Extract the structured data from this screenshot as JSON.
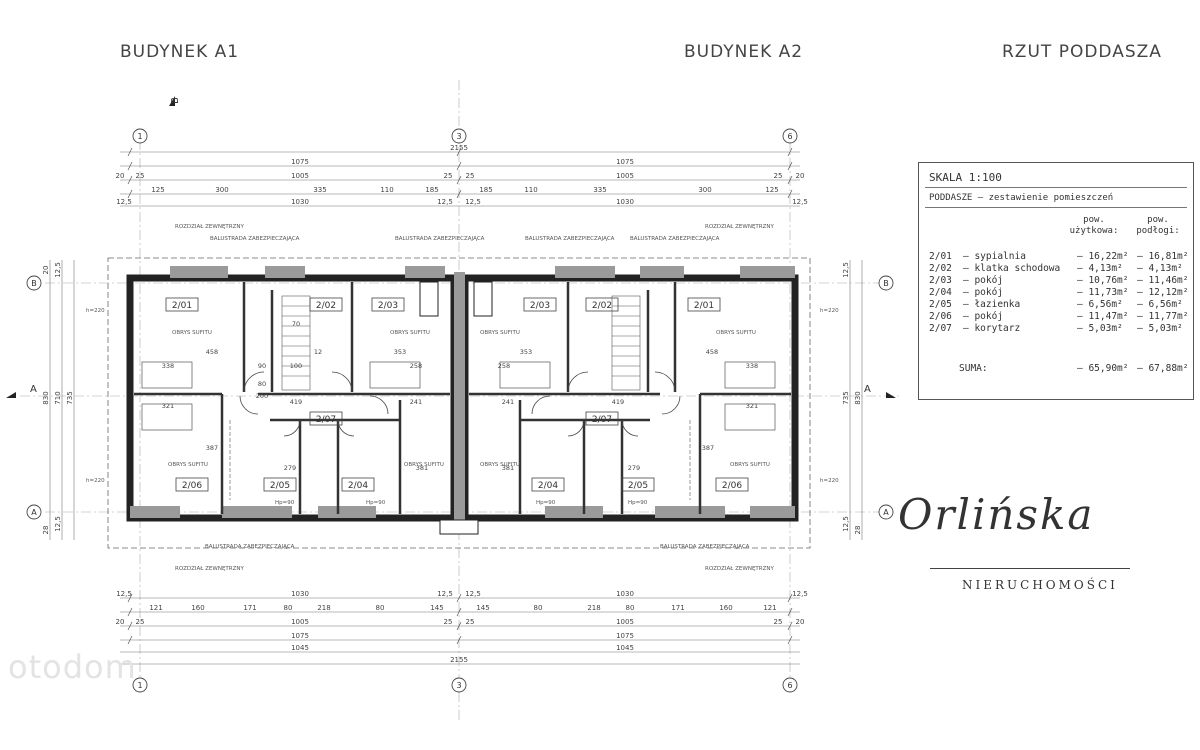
{
  "headers": {
    "building_a1": "BUDYNEK A1",
    "building_a2": "BUDYNEK A2",
    "plan_title": "RZUT PODDASZA"
  },
  "table": {
    "scale": "SKALA 1:100",
    "subtitle": "PODDASZE – zestawienie pomieszczeń",
    "col_usable": [
      "pow.",
      "użytkowa:"
    ],
    "col_floor": [
      "pow.",
      "podłogi:"
    ],
    "rooms": [
      {
        "no": "2/01",
        "name": "– sypialnia",
        "usable": "– 16,22m²",
        "floor": "– 16,81m²"
      },
      {
        "no": "2/02",
        "name": "– klatka schodowa",
        "usable": "– 4,13m²",
        "floor": "– 4,13m²"
      },
      {
        "no": "2/03",
        "name": "– pokój",
        "usable": "– 10,76m²",
        "floor": "– 11,46m²"
      },
      {
        "no": "2/04",
        "name": "– pokój",
        "usable": "– 11,73m²",
        "floor": "– 12,12m²"
      },
      {
        "no": "2/05",
        "name": "– łazienka",
        "usable": "– 6,56m²",
        "floor": "– 6,56m²"
      },
      {
        "no": "2/06",
        "name": "– pokój",
        "usable": "– 11,47m²",
        "floor": "– 11,77m²"
      },
      {
        "no": "2/07",
        "name": "– korytarz",
        "usable": "– 5,03m²",
        "floor": "– 5,03m²"
      }
    ],
    "sum_label": "SUMA:",
    "sum_usable": "– 65,90m²",
    "sum_floor": "– 67,88m²"
  },
  "logo": {
    "script": "Orlińska",
    "tagline": "NIERUCHOMOŚCI"
  },
  "watermark": "otodom",
  "axes": {
    "top": [
      "1",
      "3",
      "6"
    ],
    "sides": [
      "B",
      "A"
    ],
    "section": [
      "A",
      "A",
      "B"
    ]
  },
  "dims": {
    "top1": [
      "2155"
    ],
    "top2": [
      "1075",
      "1075"
    ],
    "top3": [
      "20",
      "25",
      "1005",
      "25",
      "25",
      "1005",
      "25",
      "20"
    ],
    "top4": [
      "125",
      "300",
      "335",
      "110",
      "185",
      "185",
      "110",
      "335",
      "300",
      "125"
    ],
    "top5": [
      "12,5",
      "1030",
      "12,5",
      "12,5",
      "1030",
      "12,5"
    ],
    "bot1": [
      "12,5",
      "1030",
      "12,5",
      "12,5",
      "1030",
      "12,5"
    ],
    "bot2": [
      "121",
      "160",
      "171",
      "80",
      "218",
      "80",
      "145",
      "145",
      "80",
      "218",
      "80",
      "171",
      "160",
      "121"
    ],
    "bot3": [
      "20",
      "25",
      "1005",
      "25",
      "25",
      "1005",
      "25",
      "20"
    ],
    "bot4": [
      "1075",
      "1075"
    ],
    "bot5": [
      "1045",
      "1045"
    ],
    "bot6": [
      "2155"
    ],
    "left": [
      "20",
      "12,5",
      "830",
      "710",
      "735",
      "12,5",
      "28"
    ],
    "right": [
      "12,5",
      "735",
      "830",
      "12,5",
      "28"
    ]
  },
  "rooms_a1": [
    "2/01",
    "2/02",
    "2/03",
    "2/07",
    "2/06",
    "2/05",
    "2/04"
  ],
  "rooms_a2": [
    "2/03",
    "2/02",
    "2/01",
    "2/07",
    "2/04",
    "2/05",
    "2/06"
  ],
  "notes": {
    "obrys": "OBRYS SUFITU",
    "hp": "Hp=90",
    "h220": "h=220",
    "rozdzial": "ROZDZIAŁ ZEWNĘTRZNY",
    "balustrada": "BALUSTRADA ZABEZPIECZAJĄCA"
  },
  "inner_dims": [
    "338",
    "321",
    "458",
    "353",
    "258",
    "419",
    "241",
    "387",
    "279",
    "381",
    "90",
    "100",
    "70",
    "12",
    "80",
    "200"
  ]
}
